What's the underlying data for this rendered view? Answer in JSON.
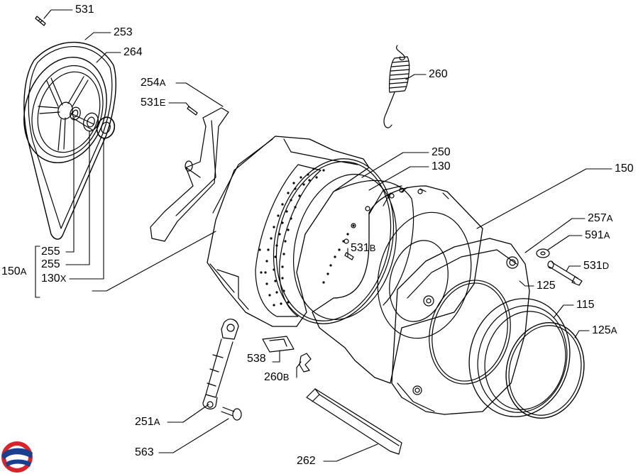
{
  "diagram": {
    "callouts": [
      {
        "id": "c531",
        "num": "531",
        "sfx": ""
      },
      {
        "id": "c253",
        "num": "253",
        "sfx": ""
      },
      {
        "id": "c264",
        "num": "264",
        "sfx": ""
      },
      {
        "id": "c254a",
        "num": "254",
        "sfx": "A"
      },
      {
        "id": "c531e",
        "num": "531",
        "sfx": "E"
      },
      {
        "id": "c260",
        "num": "260",
        "sfx": ""
      },
      {
        "id": "c250",
        "num": "250",
        "sfx": ""
      },
      {
        "id": "c130",
        "num": "130",
        "sfx": ""
      },
      {
        "id": "c150",
        "num": "150",
        "sfx": ""
      },
      {
        "id": "c257a",
        "num": "257",
        "sfx": "A"
      },
      {
        "id": "c591a",
        "num": "591",
        "sfx": "A"
      },
      {
        "id": "c531b",
        "num": "531",
        "sfx": "B"
      },
      {
        "id": "c531d",
        "num": "531",
        "sfx": "D"
      },
      {
        "id": "c125",
        "num": "125",
        "sfx": ""
      },
      {
        "id": "c115",
        "num": "115",
        "sfx": ""
      },
      {
        "id": "c125a",
        "num": "125",
        "sfx": "A"
      },
      {
        "id": "c255a",
        "num": "255",
        "sfx": ""
      },
      {
        "id": "c255b",
        "num": "255",
        "sfx": ""
      },
      {
        "id": "c130x",
        "num": "130",
        "sfx": "X"
      },
      {
        "id": "c150a",
        "num": "150",
        "sfx": "A"
      },
      {
        "id": "c538",
        "num": "538",
        "sfx": ""
      },
      {
        "id": "c260b",
        "num": "260",
        "sfx": "B"
      },
      {
        "id": "c251a",
        "num": "251",
        "sfx": "A"
      },
      {
        "id": "c563",
        "num": "563",
        "sfx": ""
      },
      {
        "id": "c262",
        "num": "262",
        "sfx": ""
      }
    ]
  },
  "colors": {
    "line": "#000000",
    "background": "#ffffff",
    "logo_blue": "#1b3f8f",
    "logo_red": "#d8232a"
  },
  "icons": {
    "logo": "brand-logo-icon"
  }
}
